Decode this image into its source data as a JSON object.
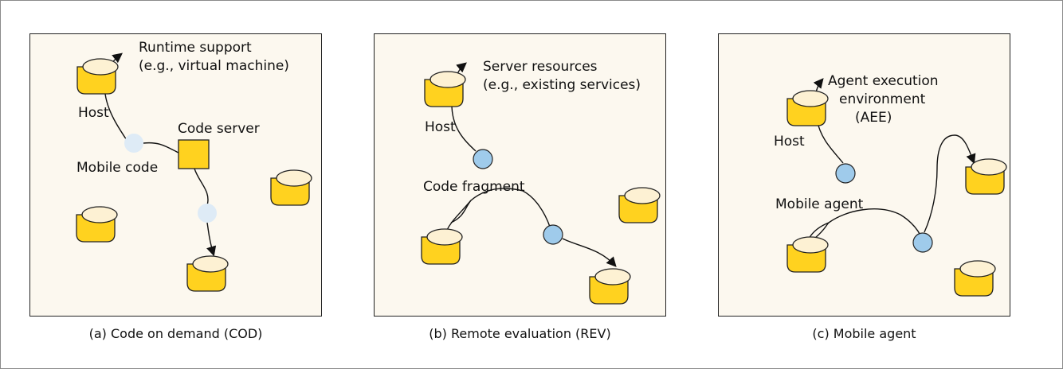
{
  "panel_a": {
    "runtime_label_1": "Runtime support",
    "runtime_label_2": "(e.g., virtual machine)",
    "host_label": "Host",
    "code_server_label": "Code server",
    "mobile_code_label": "Mobile code",
    "caption": "(a) Code on demand (COD)"
  },
  "panel_b": {
    "server_label_1": "Server resources",
    "server_label_2": "(e.g., existing services)",
    "host_label": "Host",
    "fragment_label": "Code fragment",
    "caption": "(b) Remote evaluation (REV)"
  },
  "panel_c": {
    "aee_label_1": "Agent execution",
    "aee_label_2": "environment",
    "aee_label_3": "(AEE)",
    "host_label": "Host",
    "agent_label": "Mobile agent",
    "caption": "(c) Mobile agent"
  },
  "colors": {
    "host_body": "#ffd21f",
    "host_top": "#fdf1d3",
    "pale_circle": "#deebf6",
    "blue_circle": "#9fcbeb",
    "panel_bg": "#fcf8ef"
  }
}
